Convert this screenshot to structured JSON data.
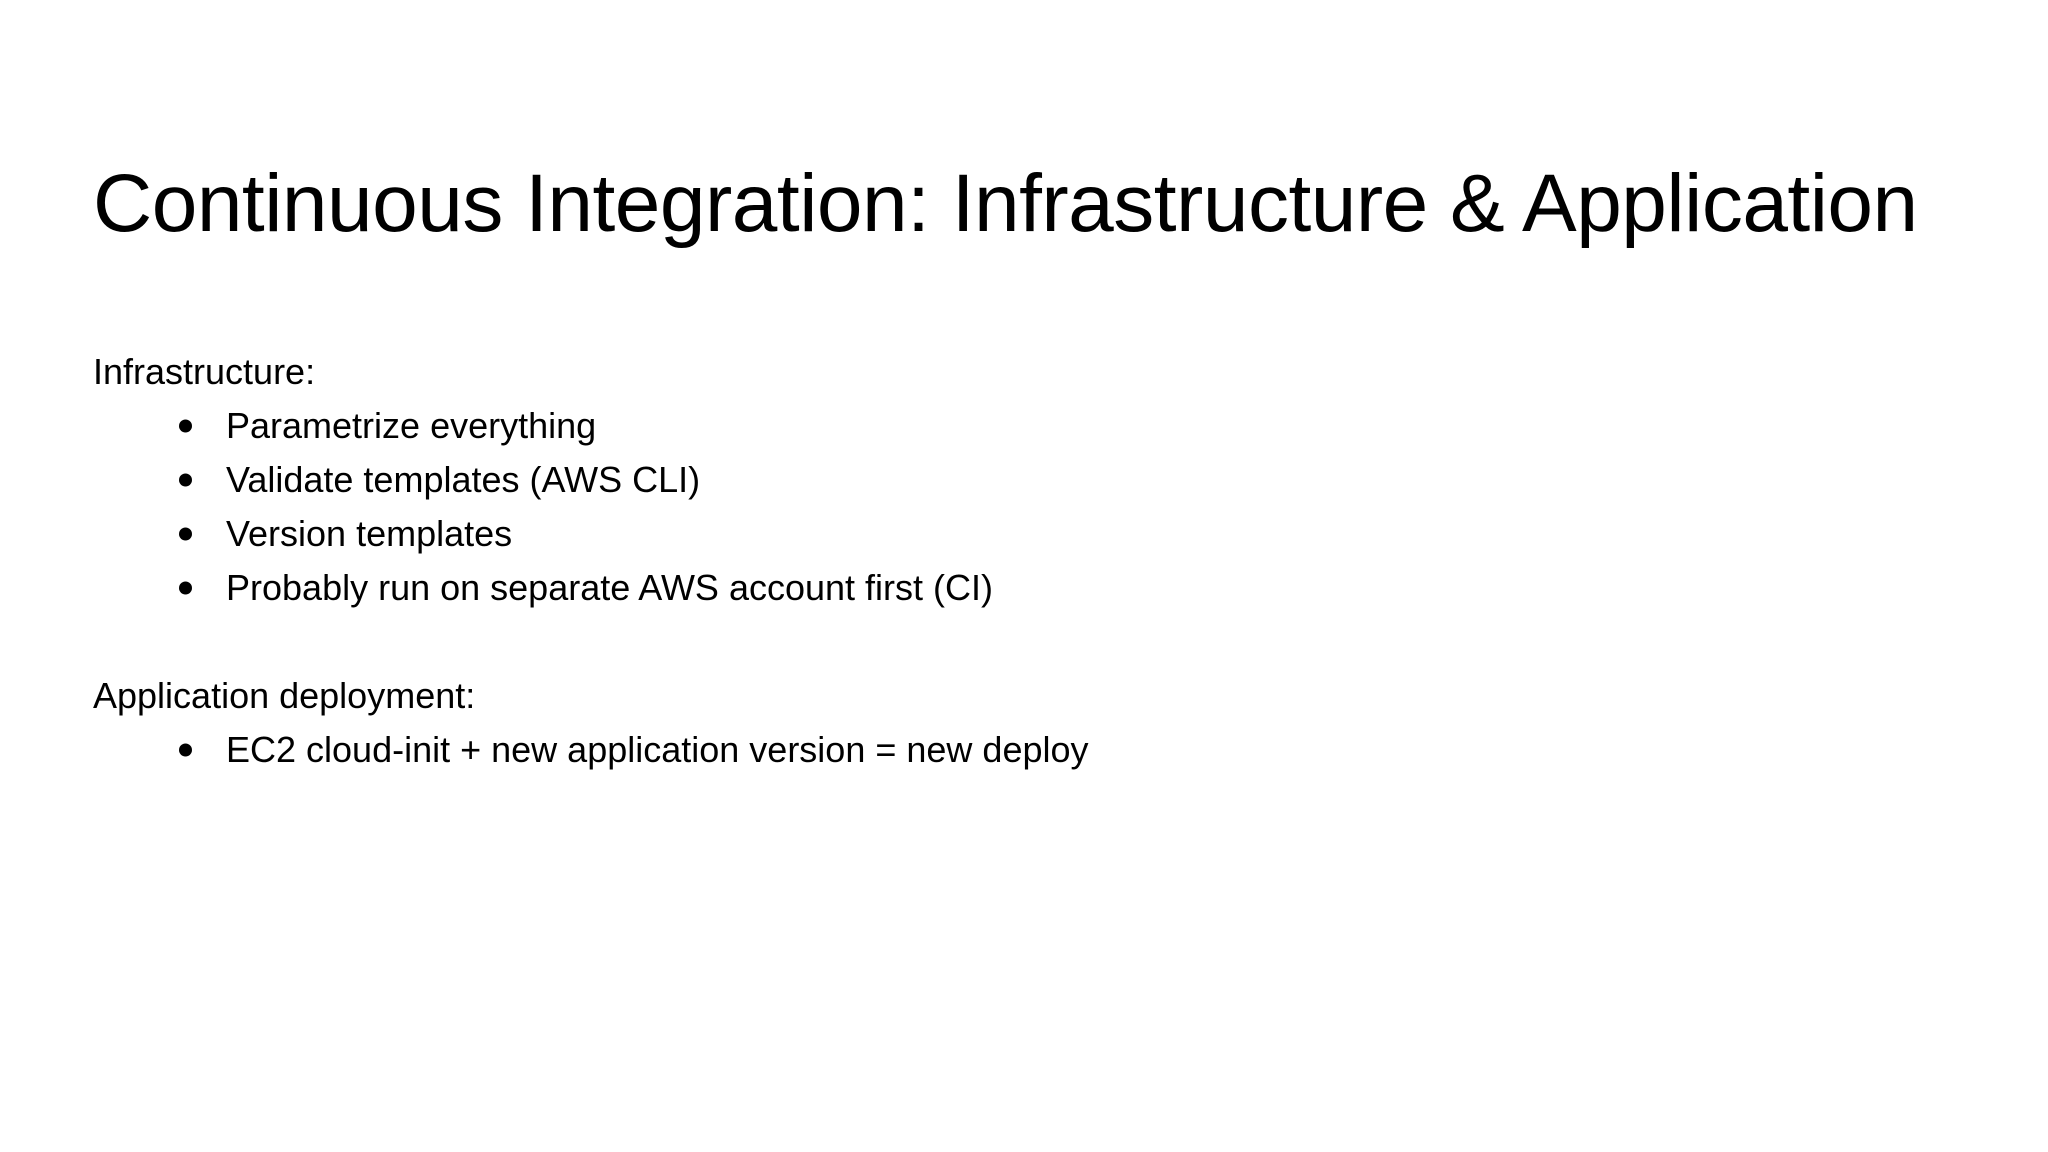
{
  "slide": {
    "title": "Continuous Integration: Infrastructure & Application",
    "background_color": "#ffffff",
    "text_color": "#000000",
    "sections": [
      {
        "heading": "Infrastructure:",
        "bullets": [
          "Parametrize everything",
          "Validate templates (AWS CLI)",
          "Version templates",
          "Probably run on separate AWS account first (CI)"
        ]
      },
      {
        "heading": "Application deployment:",
        "bullets": [
          "EC2 cloud-init + new application version = new deploy"
        ]
      }
    ]
  }
}
